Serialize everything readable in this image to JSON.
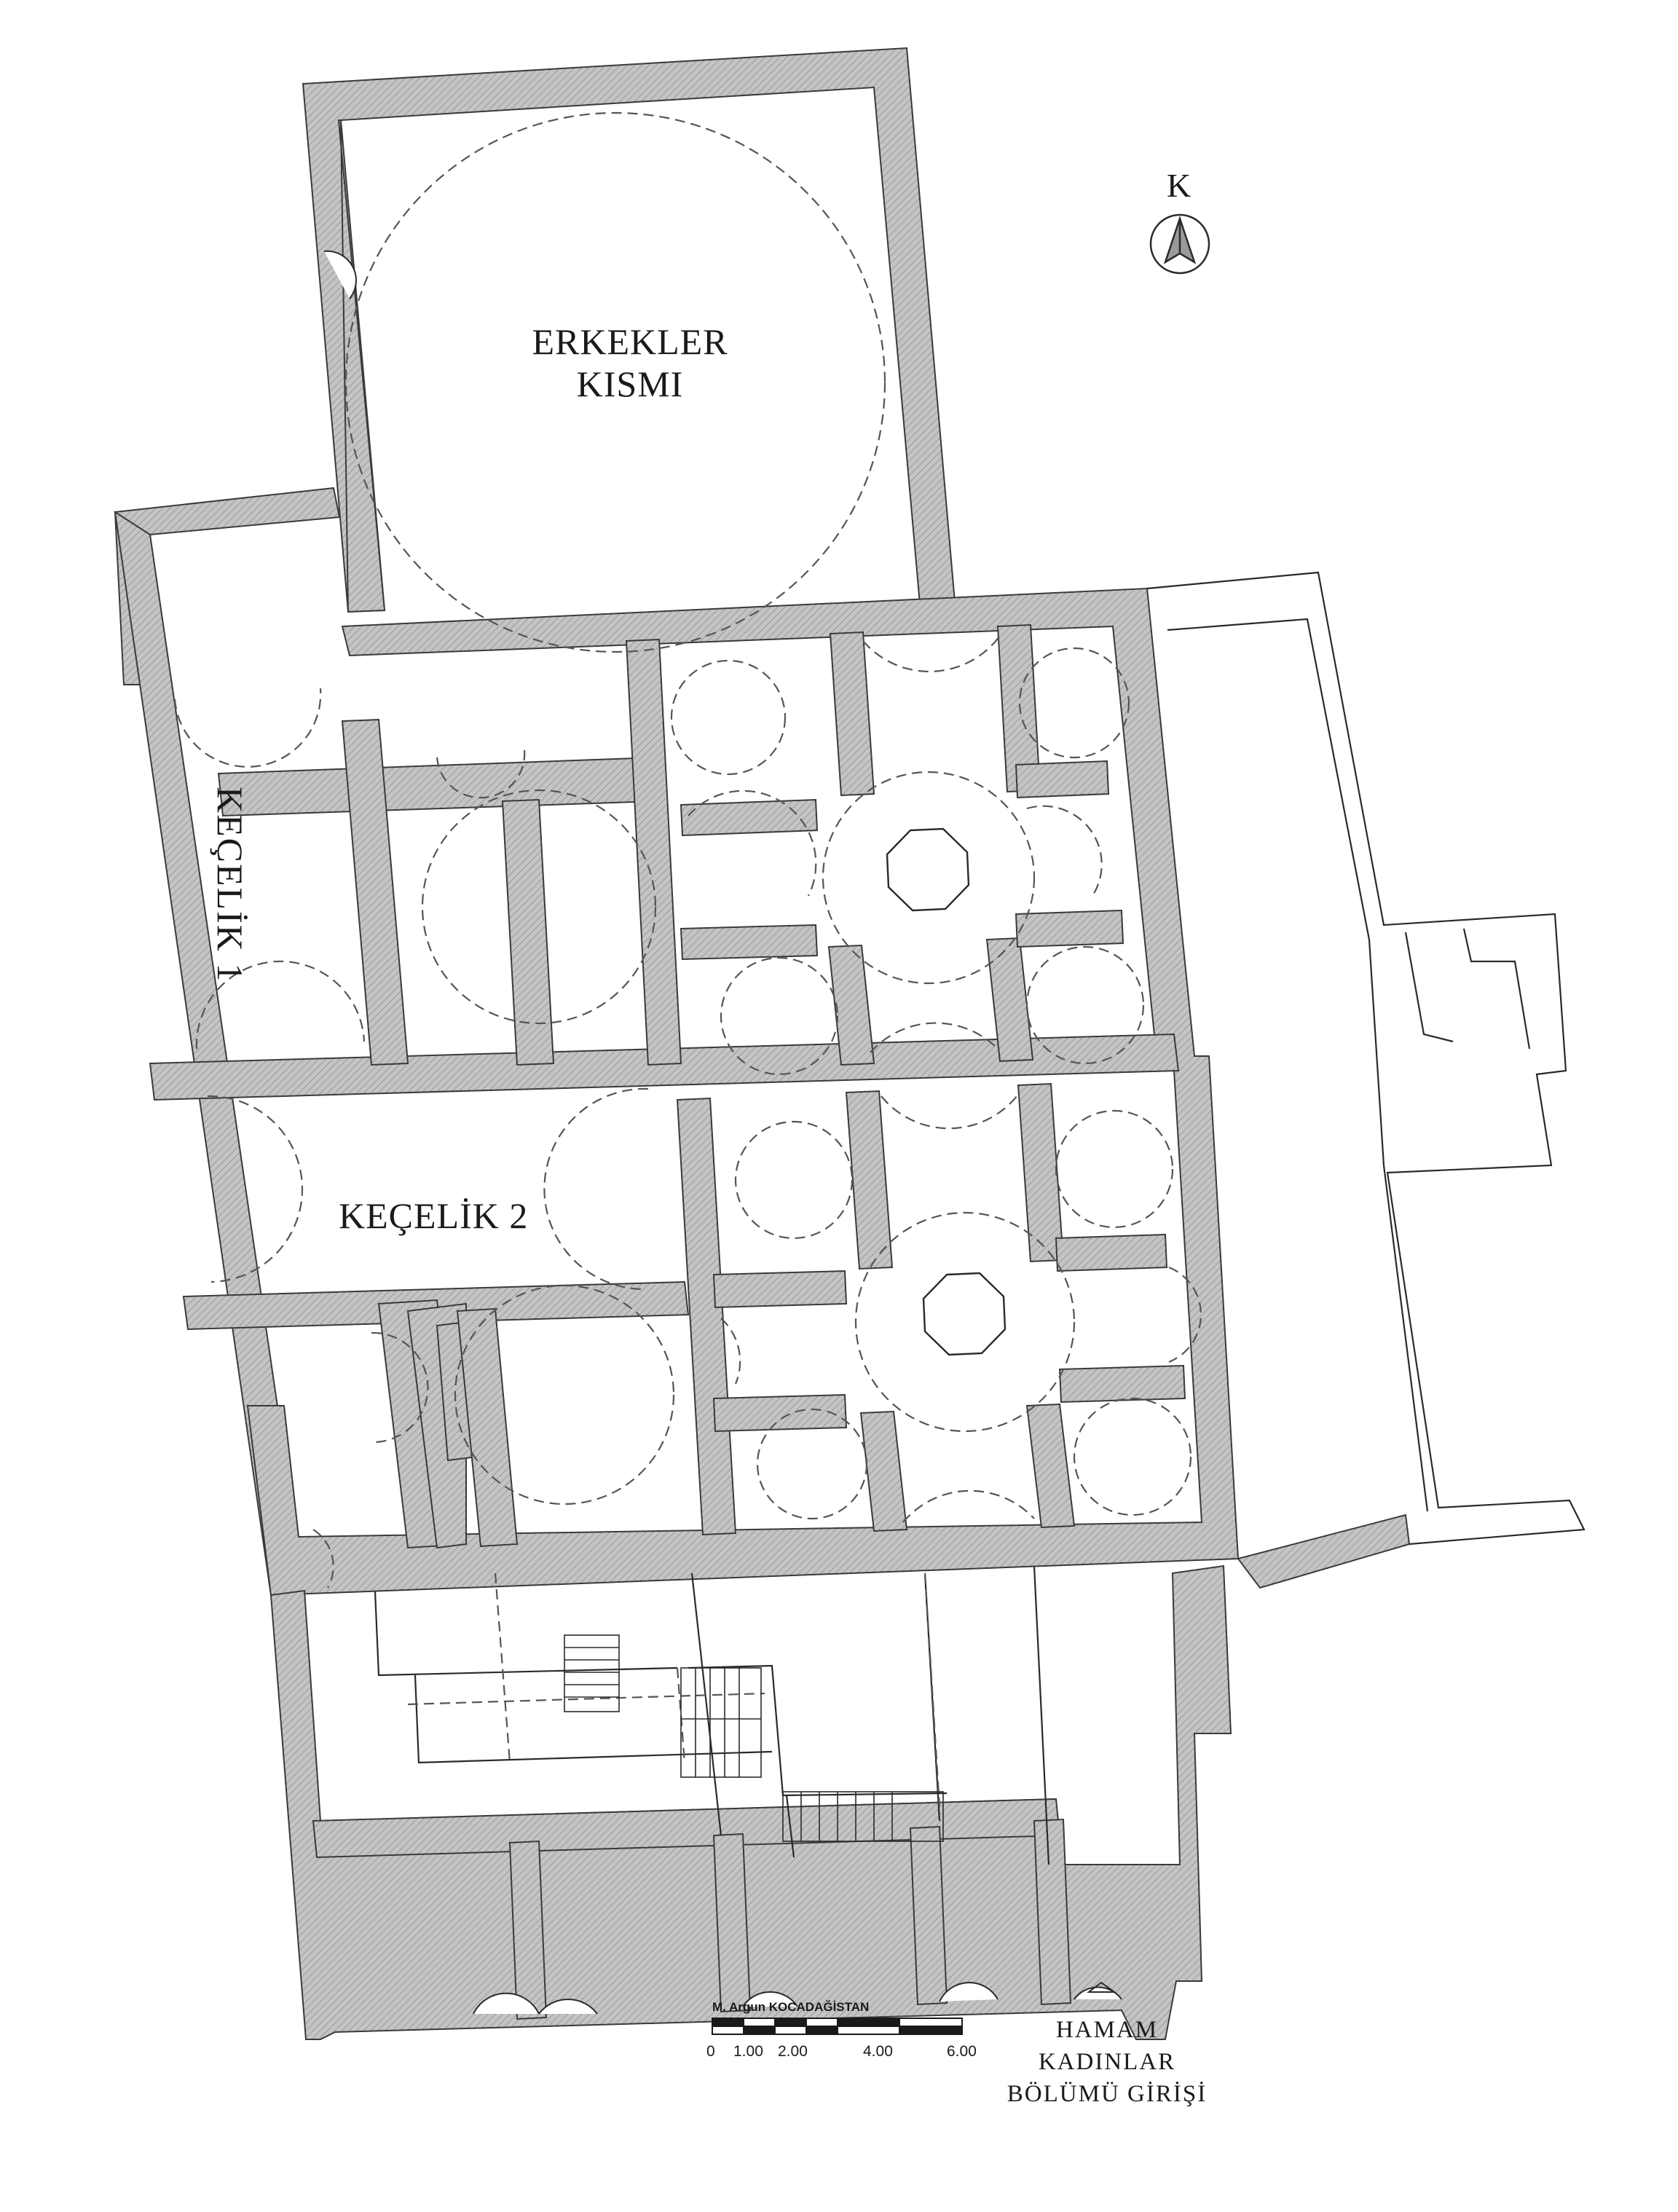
{
  "rooms": {
    "men_section": {
      "line1": "ERKEKLER",
      "line2": "KISMI"
    },
    "kecelik1": "KEÇELİK 1",
    "kecelik2": "KEÇELİK 2"
  },
  "north": {
    "letter": "K"
  },
  "scale_bar": {
    "author": "M. Argun KOCADAĞİSTAN",
    "ticks": [
      "0",
      "1.00",
      "2.00",
      "4.00",
      "6.00"
    ]
  },
  "entrance": {
    "line1": "HAMAM KADINLAR",
    "line2": "BÖLÜMÜ  GİRİŞİ"
  },
  "colors": {
    "wall_fill": "#bdbdbd",
    "wall_stroke": "#3a3a3a",
    "line": "#2a2a2a",
    "dash": "#555555"
  }
}
